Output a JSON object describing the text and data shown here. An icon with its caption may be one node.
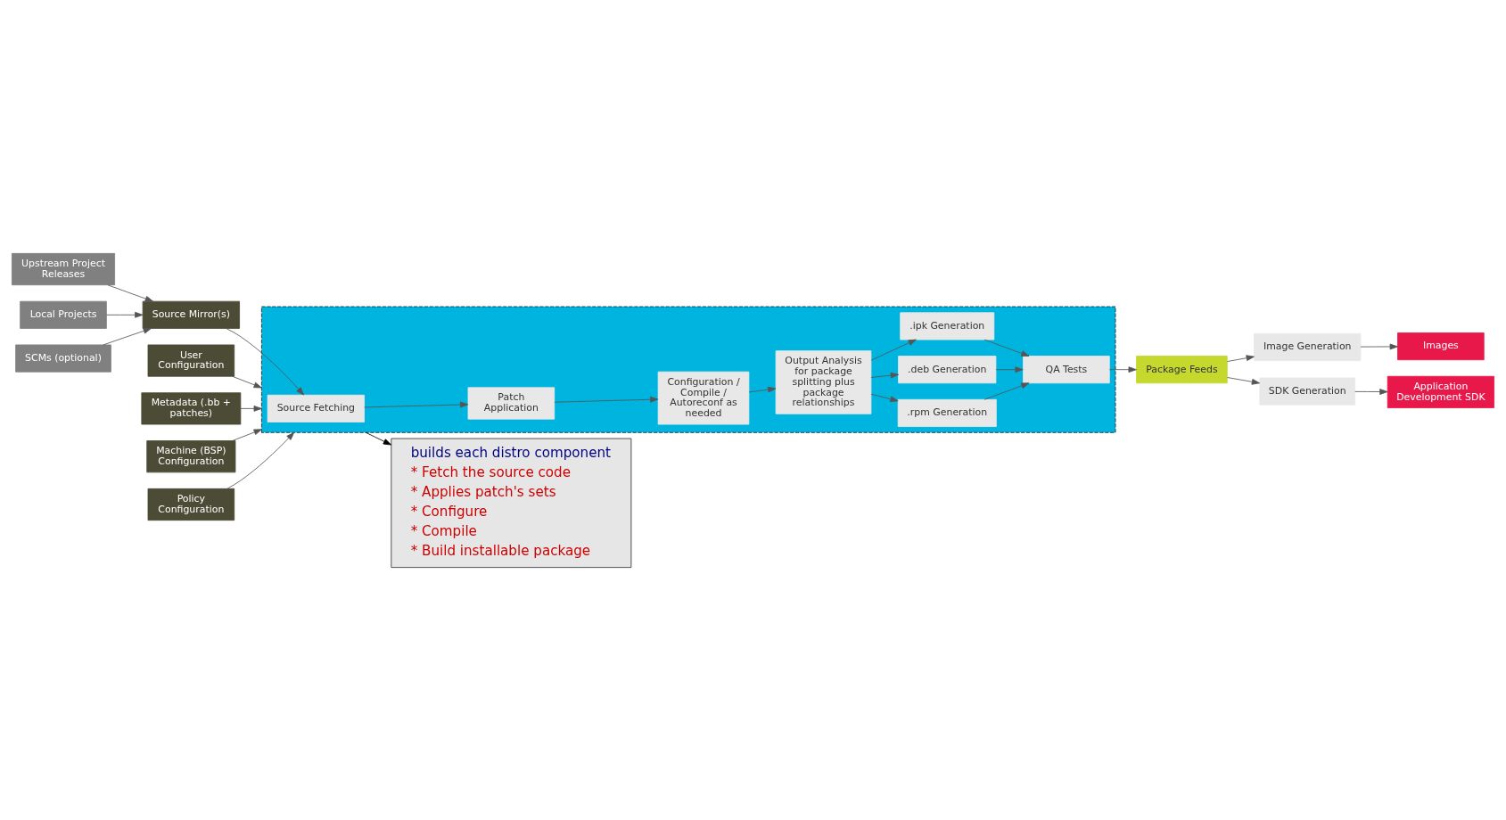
{
  "diagram": {
    "nodes": [
      {
        "text": [
          "Upstream Project Releases"
        ]
      },
      {
        "text": [
          "Local Projects"
        ]
      },
      {
        "text": [
          "SCMs (optional)"
        ]
      },
      {
        "text": [
          "Source Mirror(s)"
        ]
      },
      {
        "text": [
          "User Configuration"
        ]
      },
      {
        "text": [
          "Metadata (.bb + patches)"
        ]
      },
      {
        "text": [
          "Machine (BSP) Configuration"
        ]
      },
      {
        "text": [
          "Policy Configuration"
        ]
      },
      {
        "text": [],
        "shape": "box"
      },
      {
        "text": [
          "Source Fetching"
        ],
        "in": 8
      },
      {
        "text": [
          "Patch Application"
        ],
        "in": 8
      },
      {
        "text": [
          "Configuration / Compile / Autoreconf as needed"
        ],
        "in": 8
      },
      {
        "text": [
          "Output Analysis for package splitting plus package relationships"
        ],
        "in": 8
      },
      {
        "text": [
          ".rpm Generation"
        ],
        "in": 8
      },
      {
        "text": [
          ".deb Generation"
        ],
        "in": 8
      },
      {
        "text": [
          ".ipk Generation"
        ],
        "in": 8
      },
      {
        "text": [
          "QA Tests"
        ],
        "in": 8
      },
      {
        "text": [
          "Package Feeds"
        ]
      },
      {
        "text": [
          "Image Generation"
        ]
      },
      {
        "text": [
          "SDK Generation"
        ]
      },
      {
        "text": [
          "Images"
        ]
      },
      {
        "text": [
          "Application Development SDK"
        ]
      },
      {
        "text": [
          "builds each distro component",
          "* Fetch the source code",
          "* Applies patch's sets",
          "* Configure",
          "* Compile",
          "* Build installable package"
        ]
      }
    ],
    "edges": [
      {
        "from": 0,
        "to": 3,
        "arrow": "to"
      },
      {
        "from": 1,
        "to": 3,
        "arrow": "to"
      },
      {
        "from": 2,
        "to": 3,
        "arrow": "to"
      },
      {
        "from": 3,
        "to": 9,
        "arrow": "to"
      },
      {
        "from": 4,
        "to": 8,
        "arrow": "to"
      },
      {
        "from": 5,
        "to": 8,
        "arrow": "to"
      },
      {
        "from": 6,
        "to": 8,
        "arrow": "to"
      },
      {
        "from": 7,
        "to": 8,
        "arrow": "to"
      },
      {
        "from": 9,
        "to": 10,
        "arrow": "to"
      },
      {
        "from": 10,
        "to": 11,
        "arrow": "to"
      },
      {
        "from": 11,
        "to": 12,
        "arrow": "to"
      },
      {
        "from": 12,
        "to": 13,
        "arrow": "to"
      },
      {
        "from": 12,
        "to": 14,
        "arrow": "to"
      },
      {
        "from": 12,
        "to": 15,
        "arrow": "to"
      },
      {
        "from": 13,
        "to": 16,
        "arrow": "to"
      },
      {
        "from": 14,
        "to": 16,
        "arrow": "to"
      },
      {
        "from": 15,
        "to": 16,
        "arrow": "to"
      },
      {
        "from": 16,
        "to": 17,
        "arrow": "to"
      },
      {
        "from": 17,
        "to": 18,
        "arrow": "to"
      },
      {
        "from": 17,
        "to": 19,
        "arrow": "to"
      },
      {
        "from": 18,
        "to": 20,
        "arrow": "to"
      },
      {
        "from": 19,
        "to": 21,
        "arrow": "to"
      },
      {
        "from": 8,
        "to": 22,
        "arrow": "to",
        "color": "#000000"
      }
    ]
  }
}
